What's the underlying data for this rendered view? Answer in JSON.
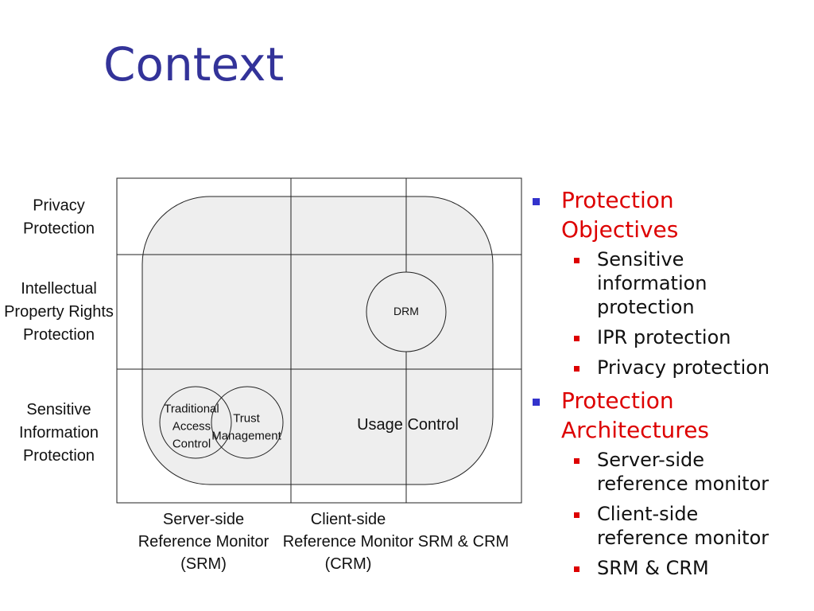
{
  "slide": {
    "title": "Context"
  },
  "diagram": {
    "row_labels": [
      "Privacy\nProtection",
      "Intellectual\nProperty Rights\nProtection",
      "Sensitive\nInformation\nProtection"
    ],
    "column_labels": [
      "Server-side\nReference Monitor\n(SRM)",
      "Client-side\nReference Monitor\n(CRM)",
      "SRM & CRM"
    ],
    "regions": {
      "usage_control": "Usage Control",
      "drm": "DRM",
      "traditional_access_control": "Traditional\nAccess\nControl",
      "trust_management": "Trust\nManagement"
    }
  },
  "bullets": [
    {
      "label": "Protection\nObjectives",
      "items": [
        "Sensitive\ninformation\nprotection",
        "IPR protection",
        "Privacy protection"
      ]
    },
    {
      "label": "Protection\nArchitectures",
      "items": [
        "Server-side\nreference monitor",
        "Client-side\nreference monitor",
        "SRM & CRM"
      ]
    }
  ],
  "colors": {
    "title": "#333399",
    "level1_text": "#dd0000",
    "level1_bullet": "#3333cc",
    "level2_bullet": "#dd0000",
    "region_fill": "#eeeeee"
  }
}
